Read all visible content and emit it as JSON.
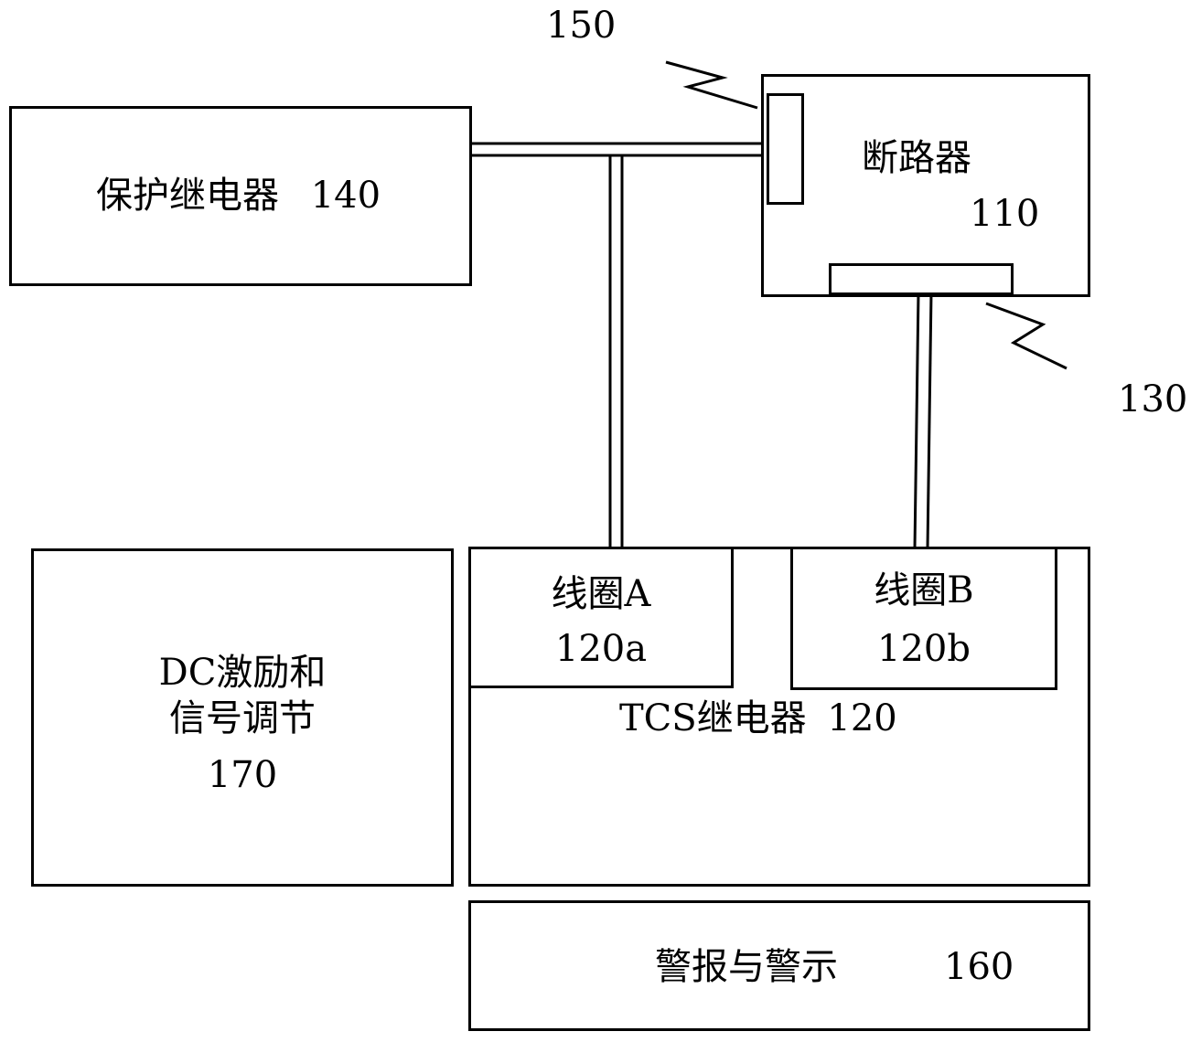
{
  "protective_relay": {
    "label": "保护继电器",
    "ref": "140"
  },
  "breaker": {
    "label": "断路器",
    "ref": "110"
  },
  "ref_150": "150",
  "ref_130": "130",
  "tcs_relay": {
    "label": "TCS继电器",
    "ref": "120"
  },
  "coil_a": {
    "label": "线圈A",
    "ref": "120a"
  },
  "coil_b": {
    "label": "线圈B",
    "ref": "120b"
  },
  "dc_module": {
    "line1": "DC激励和",
    "line2": "信号调节",
    "ref": "170"
  },
  "alarm": {
    "label": "警报与警示",
    "ref": "160"
  }
}
